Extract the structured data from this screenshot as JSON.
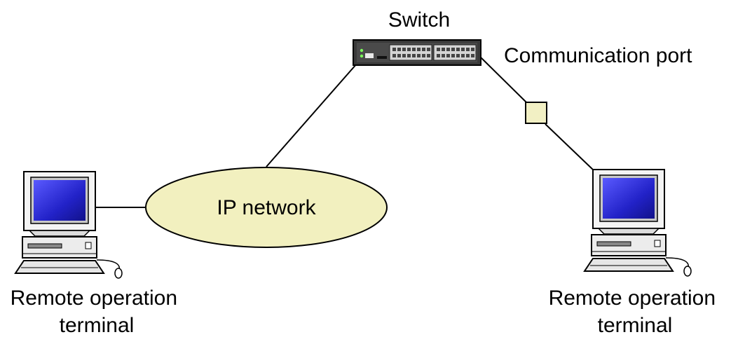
{
  "labels": {
    "switch": "Switch",
    "communication_port": "Communication port",
    "ip_network": "IP network",
    "left_terminal": [
      "Remote operation",
      "terminal"
    ],
    "right_terminal": [
      "Remote operation",
      "terminal"
    ]
  },
  "colors": {
    "line": "#000000",
    "ellipse_fill": "#f2f0bf",
    "port_fill": "#f2f0c4",
    "screen": "#2a2ad6",
    "monitor_body": "#f2f2f2",
    "switch_body": "#3a3a3a"
  },
  "icons": [
    "switch-icon",
    "computer-icon"
  ]
}
